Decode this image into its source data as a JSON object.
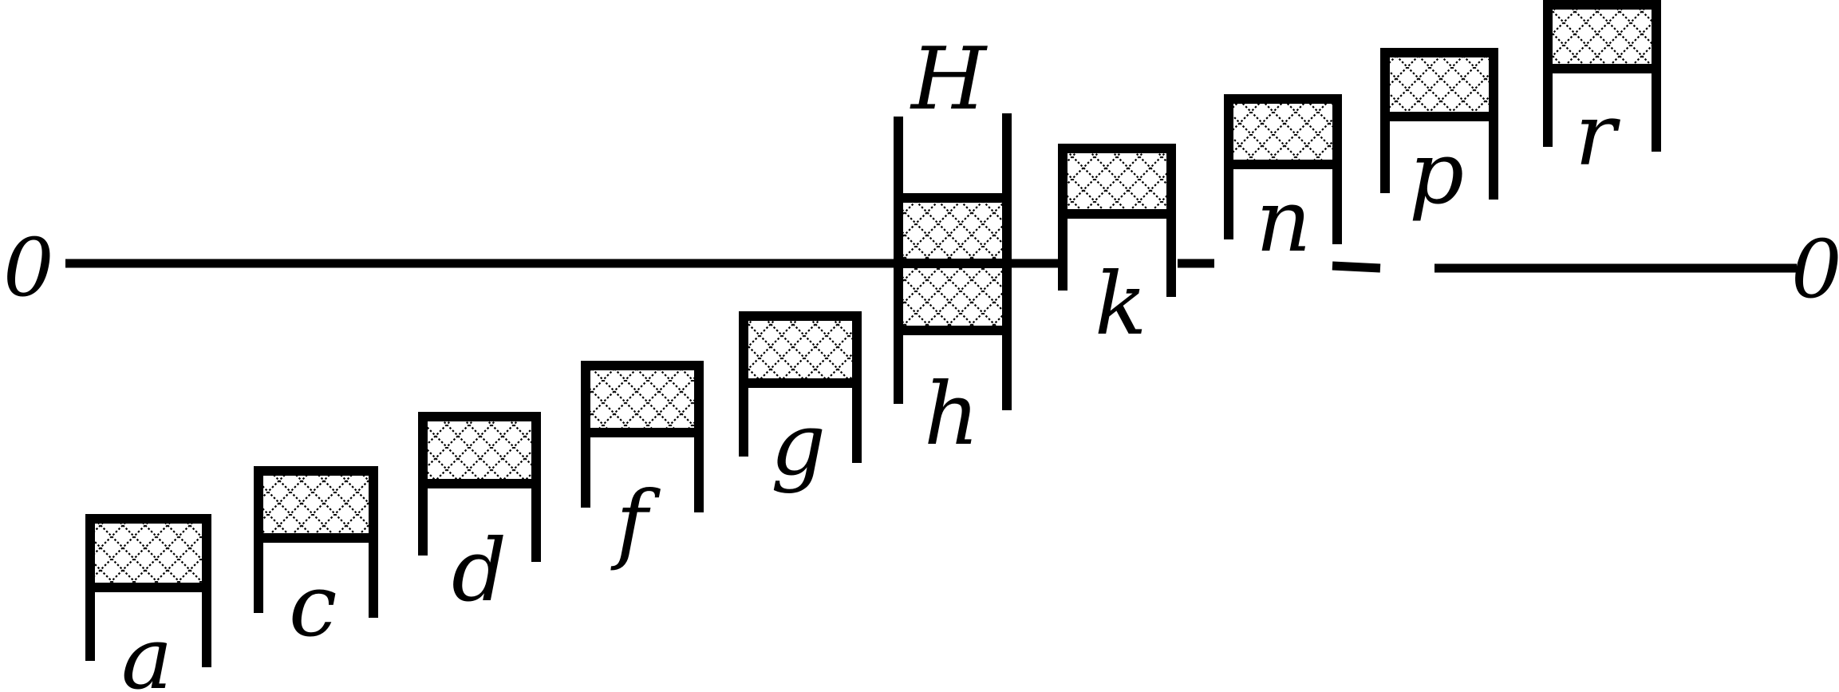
{
  "colors": {
    "ink": "#000000",
    "background": "#ffffff"
  },
  "axis": {
    "left_label": "0",
    "right_label": "0"
  },
  "segments": [
    {
      "label": "a"
    },
    {
      "label": "c"
    },
    {
      "label": "d"
    },
    {
      "label": "f"
    },
    {
      "label": "g"
    },
    {
      "label": "h",
      "top_label": "H"
    },
    {
      "label": "k"
    },
    {
      "label": "n"
    },
    {
      "label": "p"
    },
    {
      "label": "r"
    }
  ]
}
